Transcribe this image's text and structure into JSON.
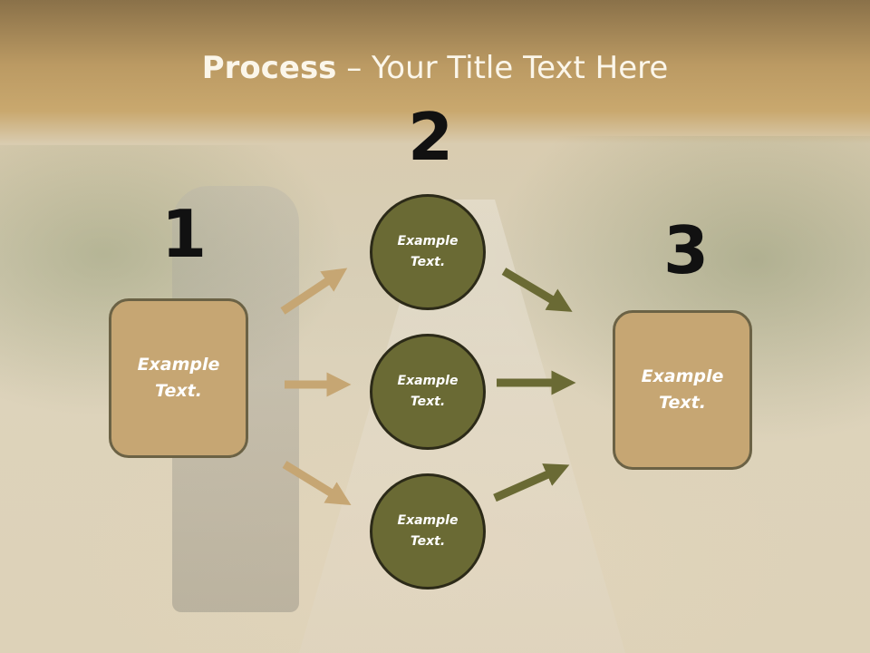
{
  "title": {
    "bold": "Process",
    "rest": " – Your Title Text Here"
  },
  "steps": [
    {
      "number": "1",
      "label": "Example Text."
    },
    {
      "number": "2",
      "items": [
        "Example Text.",
        "Example Text.",
        "Example Text."
      ]
    },
    {
      "number": "3",
      "label": "Example Text."
    }
  ],
  "colors": {
    "box_fill": "#c6a673",
    "box_border": "#6b6245",
    "circle_fill": "#6a6a34",
    "arrow_light": "#c6a673",
    "arrow_dark": "#6a6a34"
  }
}
